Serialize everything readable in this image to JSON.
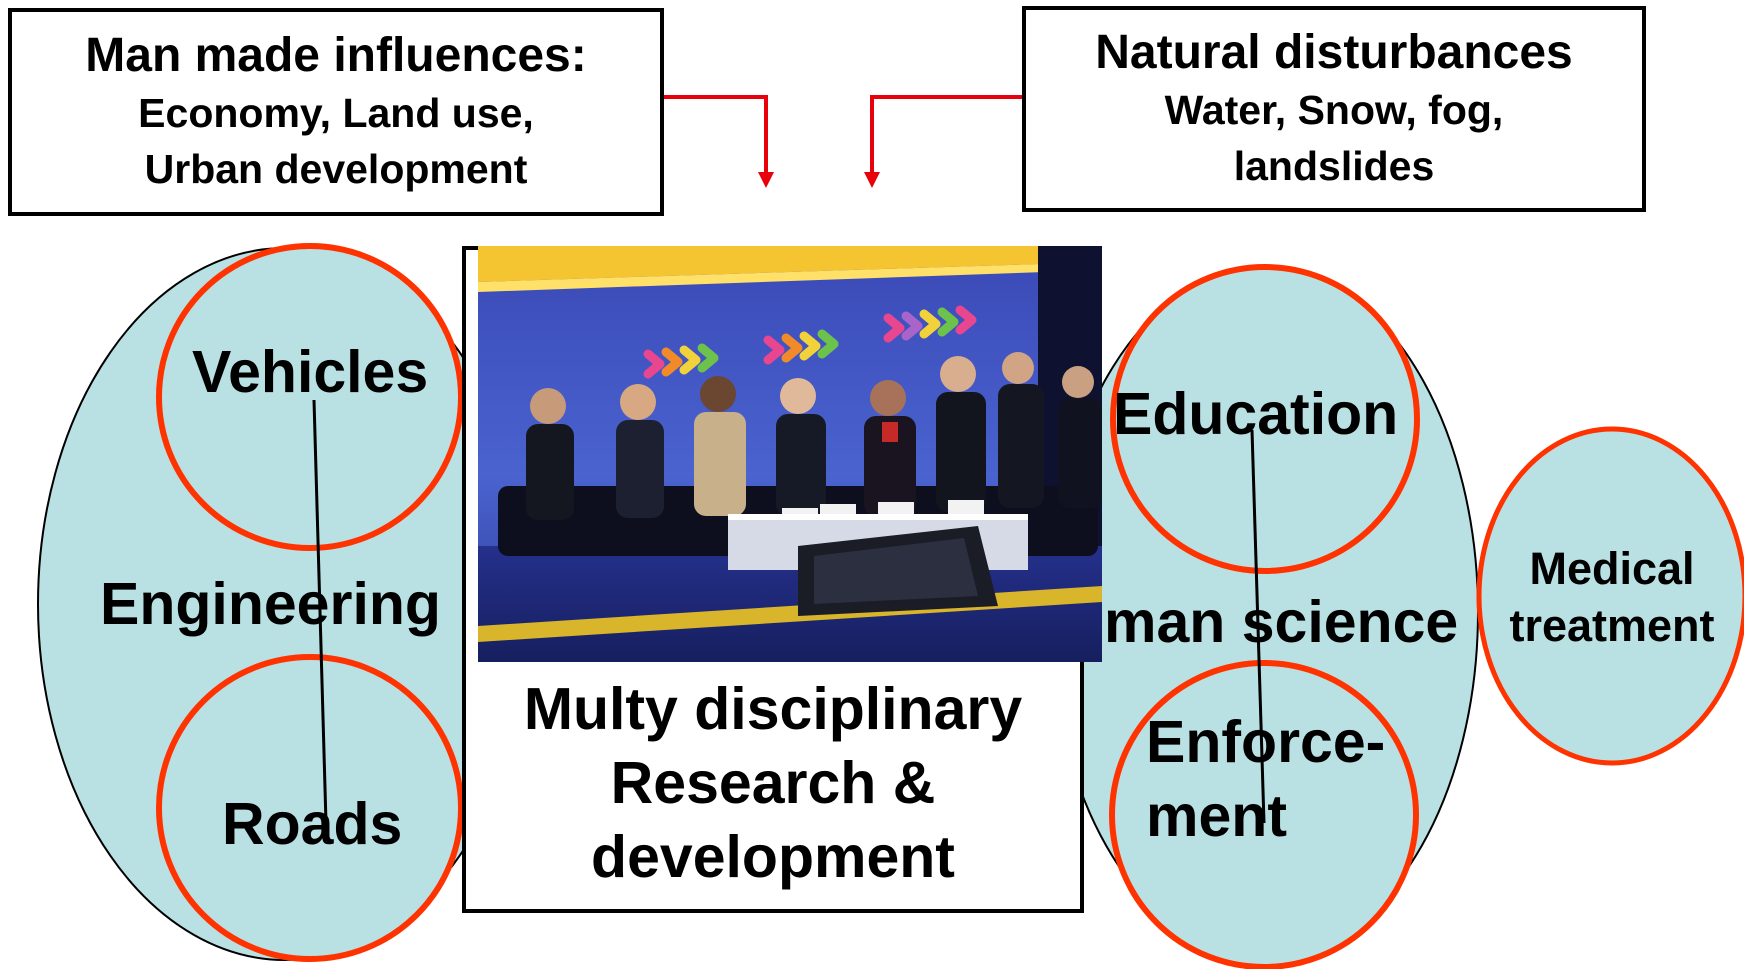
{
  "top_left_box": {
    "heading": "Man made influences:",
    "lines": [
      "Economy, Land use,",
      "Urban development"
    ]
  },
  "top_right_box": {
    "heading": "Natural disturbances",
    "lines": [
      "Water, Snow, fog,",
      "landslides"
    ]
  },
  "left_group": {
    "label": "Engineering",
    "top_circle": "Vehicles",
    "bottom_circle": "Roads"
  },
  "center": {
    "lines": [
      "Multy disciplinary",
      "Research &",
      "development"
    ]
  },
  "right_group": {
    "label": "man science",
    "top_circle": "Education",
    "bottom_circle_lines": [
      "Enforce-",
      "ment"
    ]
  },
  "far_right": {
    "lines": [
      "Medical",
      "treatment"
    ]
  },
  "colors": {
    "ellipse_fill": "#b9e0e3",
    "circle_stroke": "#ff3300",
    "arrow": "#e8000b"
  }
}
